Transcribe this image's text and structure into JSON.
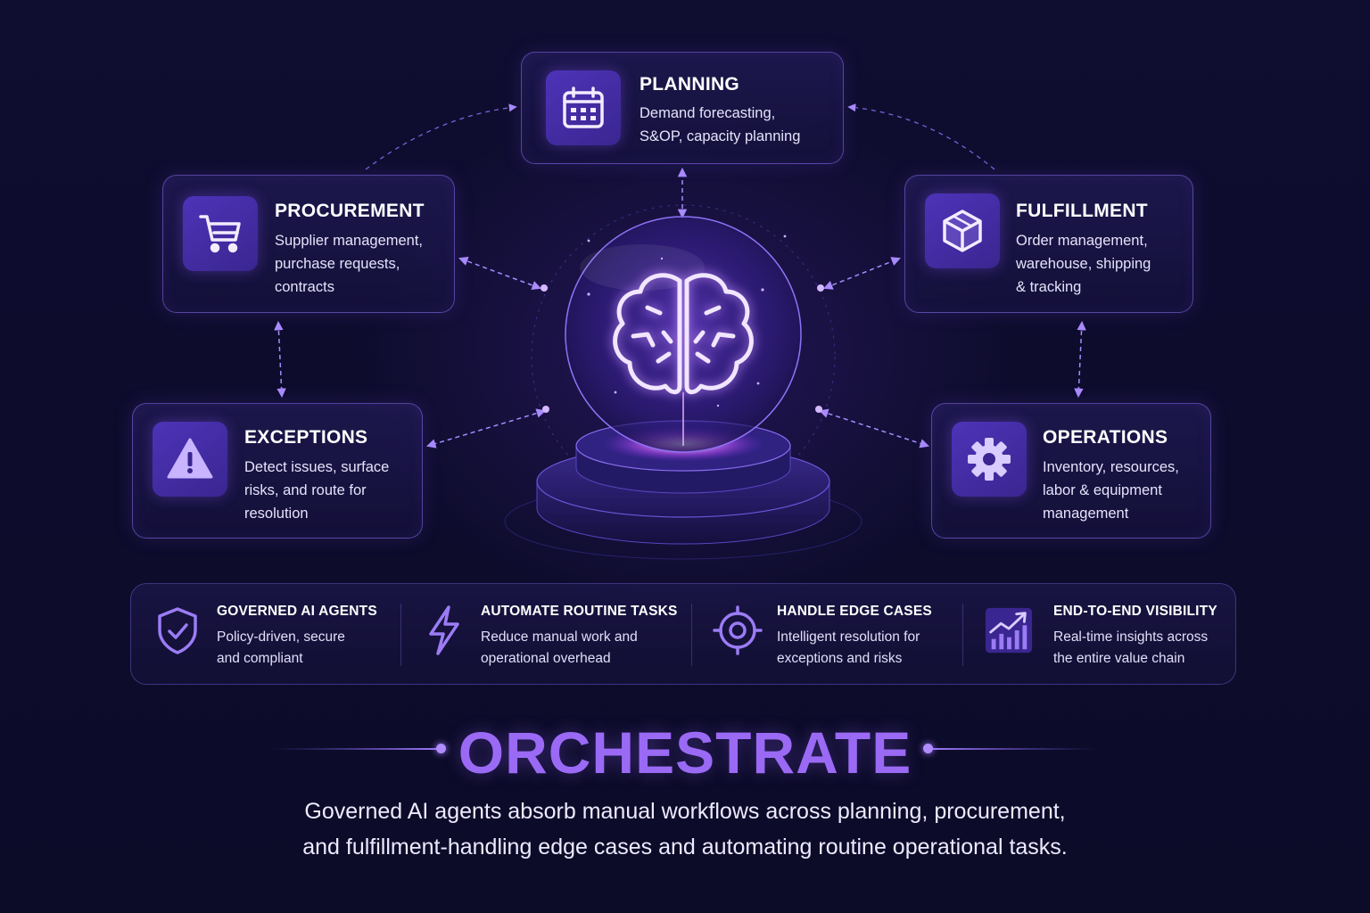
{
  "modules": {
    "planning": {
      "title": "PLANNING",
      "desc": "Demand forecasting,\nS&OP, capacity planning",
      "icon": "calendar-icon"
    },
    "procurement": {
      "title": "PROCUREMENT",
      "desc": "Supplier management,\npurchase requests,\ncontracts",
      "icon": "shopping-cart-icon"
    },
    "fulfillment": {
      "title": "FULFILLMENT",
      "desc": "Order management,\nwarehouse, shipping\n& tracking",
      "icon": "package-box-icon"
    },
    "exceptions": {
      "title": "EXCEPTIONS",
      "desc": "Detect issues, surface\nrisks, and route for\nresolution",
      "icon": "warning-triangle-icon"
    },
    "operations": {
      "title": "OPERATIONS",
      "desc": "Inventory, resources,\nlabor & equipment\nmanagement",
      "icon": "gear-icon"
    }
  },
  "core": {
    "icon": "brain-icon"
  },
  "features": [
    {
      "title": "GOVERNED AI AGENTS",
      "desc": "Policy-driven, secure\nand compliant",
      "icon": "shield-check-icon"
    },
    {
      "title": "AUTOMATE ROUTINE TASKS",
      "desc": "Reduce manual work and\noperational overhead",
      "icon": "lightning-bolt-icon"
    },
    {
      "title": "HANDLE EDGE CASES",
      "desc": "Intelligent resolution for\nexceptions and risks",
      "icon": "target-icon"
    },
    {
      "title": "END-TO-END VISIBILITY",
      "desc": "Real-time insights across\nthe entire value chain",
      "icon": "trend-chart-icon"
    }
  ],
  "headline": "ORCHESTRATE",
  "tagline": "Governed AI agents absorb manual workflows across planning, procurement,\nand fulfillment-handling edge cases and automating routine operational tasks.",
  "colors": {
    "background": "#0d0c2b",
    "accent": "#9a6af5",
    "card_border": "#8c6ef0",
    "icon_fill": "#4d33b8",
    "glow": "#d27bff"
  }
}
